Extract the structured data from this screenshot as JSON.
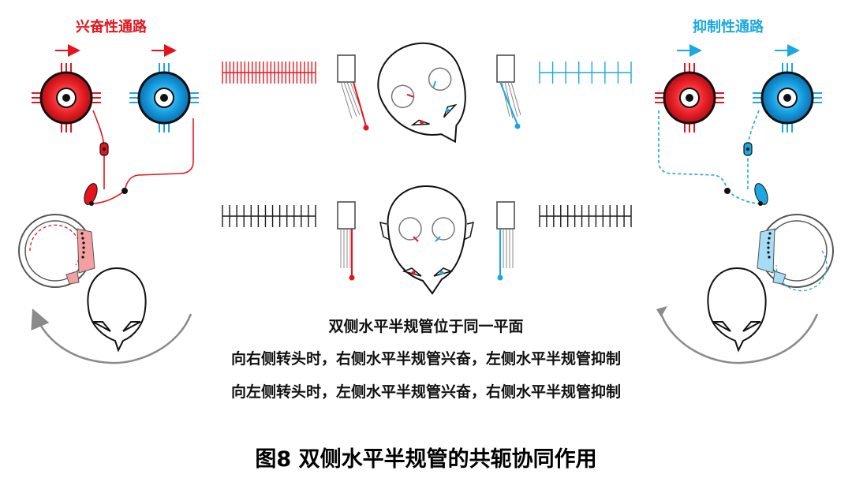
{
  "labels": {
    "excitatory": "兴奋性通路",
    "inhibitory": "抑制性通路"
  },
  "caption": {
    "line1": "双侧水平半规管位于同一平面",
    "line2": "向右侧转头时，右侧水平半规管兴奋，左侧水平半规管抑制",
    "line3": "向左侧转头时，左侧水平半规管兴奋，右侧水平半规管抑制"
  },
  "figure_title": "图8  双侧水平半规管的共轭协同作用",
  "colors": {
    "excitatory": "#e5141c",
    "inhibitory": "#1ba8e0",
    "neutral": "#1a1a1a",
    "arrow_grey": "#8a8a8a"
  }
}
